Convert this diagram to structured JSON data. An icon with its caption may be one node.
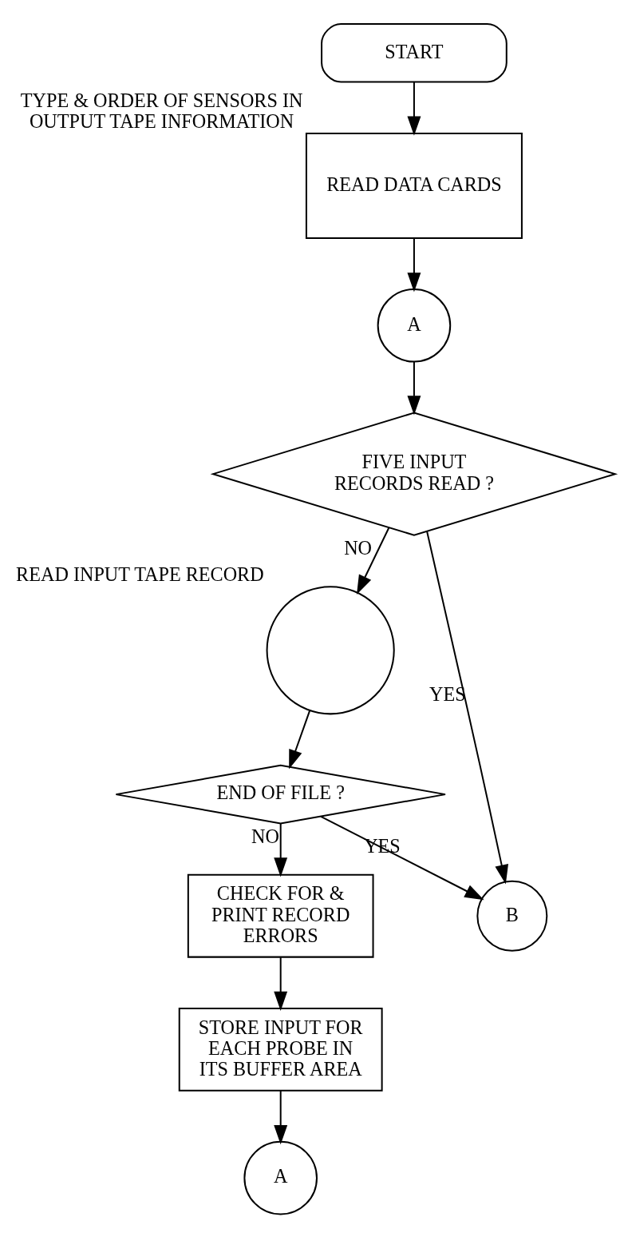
{
  "diagram": {
    "nodes": [
      {
        "text": [
          "START"
        ]
      },
      {
        "text": [
          "READ DATA CARDS"
        ],
        "beside": [
          "TYPE & ORDER OF SENSORS IN OUTPUT TAPE INFORMATION"
        ]
      },
      {
        "text": [
          "A"
        ]
      },
      {
        "text": [
          "FIVE INPUT RECORDS READ ?"
        ]
      },
      {
        "text": [],
        "shape": "tape",
        "beside": [
          "READ INPUT TAPE RECORD"
        ]
      },
      {
        "text": [
          "END OF FILE ?"
        ]
      },
      {
        "text": [
          "B"
        ]
      },
      {
        "text": [
          "CHECK FOR & PRINT RECORD ERRORS"
        ]
      },
      {
        "text": [
          "STORE INPUT FOR EACH PROBE IN ITS BUFFER AREA"
        ]
      },
      {
        "text": [
          "A"
        ]
      }
    ],
    "edges": [
      {
        "from": 0,
        "to": 1,
        "arrow": "to"
      },
      {
        "from": 1,
        "to": 2,
        "arrow": "to"
      },
      {
        "from": 2,
        "to": 3,
        "arrow": "to"
      },
      {
        "from": 3,
        "to": 6,
        "arrow": "to",
        "label": "YES"
      },
      {
        "from": 3,
        "to": 4,
        "arrow": "to",
        "label": "NO"
      },
      {
        "from": 4,
        "to": 5,
        "arrow": "to"
      },
      {
        "from": 5,
        "to": 6,
        "arrow": "to",
        "label": "YES"
      },
      {
        "from": 5,
        "to": 7,
        "arrow": "to",
        "label": "NO"
      },
      {
        "from": 7,
        "to": 8,
        "arrow": "to"
      },
      {
        "from": 8,
        "to": 9,
        "arrow": "to"
      }
    ]
  }
}
